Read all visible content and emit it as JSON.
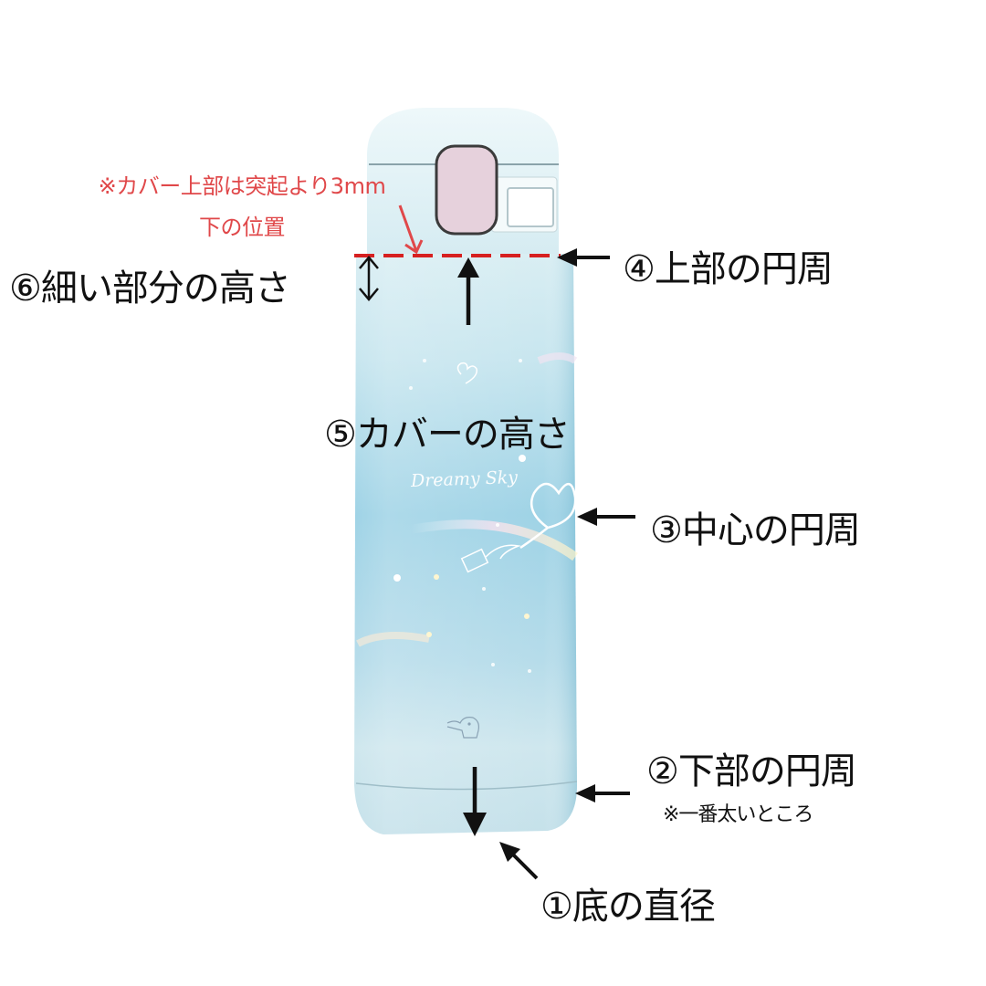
{
  "product": {
    "name": "thermos-bottle",
    "print_text": "Dreamy Sky",
    "colors": {
      "body_top": "#d7ecf1",
      "body_mid": "#a9d6e6",
      "body_bottom": "#cde6ee",
      "lid": "#e2f1f5",
      "button": "#e6d1dc",
      "dash_line": "#d62020",
      "note_red": "#e0484a",
      "arrow": "#111111"
    }
  },
  "note": {
    "line1": "※カバー上部は突起より3mm",
    "line2": "下の位置"
  },
  "labels": {
    "bottom_diameter": "①底の直径",
    "bottom_circumference": "②下部の円周",
    "bottom_circumference_note": "※一番太いところ",
    "center_circumference": "③中心の円周",
    "top_circumference": "④上部の円周",
    "cover_height": "⑤カバーの高さ",
    "narrow_height": "⑥細い部分の高さ"
  }
}
